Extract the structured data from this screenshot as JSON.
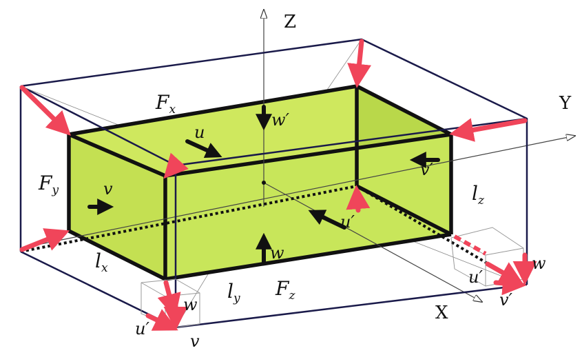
{
  "axes": {
    "x": "X",
    "y": "Y",
    "z": "Z"
  },
  "forces": {
    "fx": {
      "base": "F",
      "sub": "x"
    },
    "fy": {
      "base": "F",
      "sub": "y"
    },
    "fz": {
      "base": "F",
      "sub": "z"
    }
  },
  "lengths": {
    "lx": {
      "base": "l",
      "sub": "x"
    },
    "ly": {
      "base": "l",
      "sub": "y"
    },
    "lz": {
      "base": "l",
      "sub": "z"
    }
  },
  "displacements": {
    "u": "u",
    "u_prime": "u′",
    "v": "v",
    "v_prime": "v′",
    "w": "w",
    "w_prime": "w′"
  },
  "colors": {
    "box_fill": "#c8e65a",
    "box_edge": "#111111",
    "frame_edge": "#1a1a4a",
    "arrow_red": "#f0455a",
    "arrow_black": "#111111",
    "axis": "#555555"
  }
}
